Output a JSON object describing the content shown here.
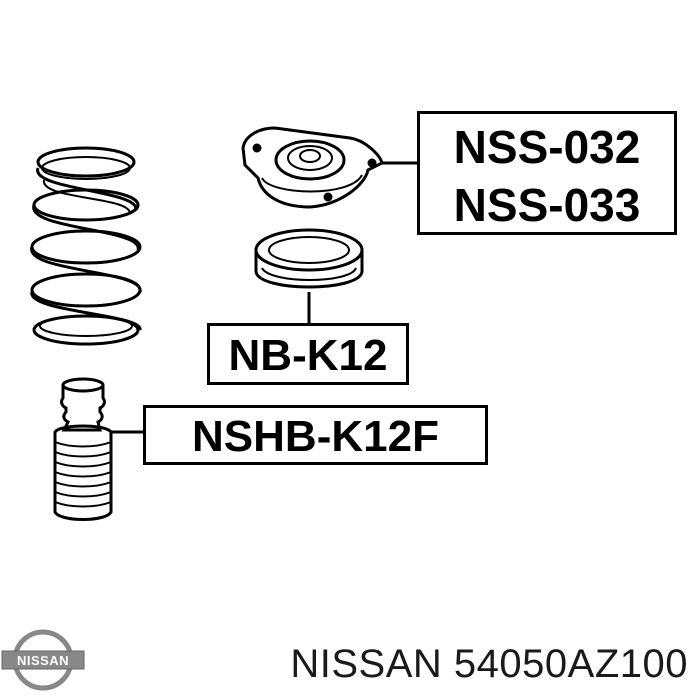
{
  "labels": {
    "top_mount_line1": "NSS-032",
    "top_mount_line2": "NSS-033",
    "bearing": "NB-K12",
    "bump_stop": "NSHB-K12F"
  },
  "footer": {
    "brand": "NISSAN",
    "part_number": "54050AZ100",
    "text": "NISSAN 54050AZ100"
  },
  "logo": {
    "text": "NISSAN",
    "icon": "nissan-logo"
  },
  "colors": {
    "line": "#000000",
    "background": "#ffffff",
    "logo_gray": "#888888"
  }
}
